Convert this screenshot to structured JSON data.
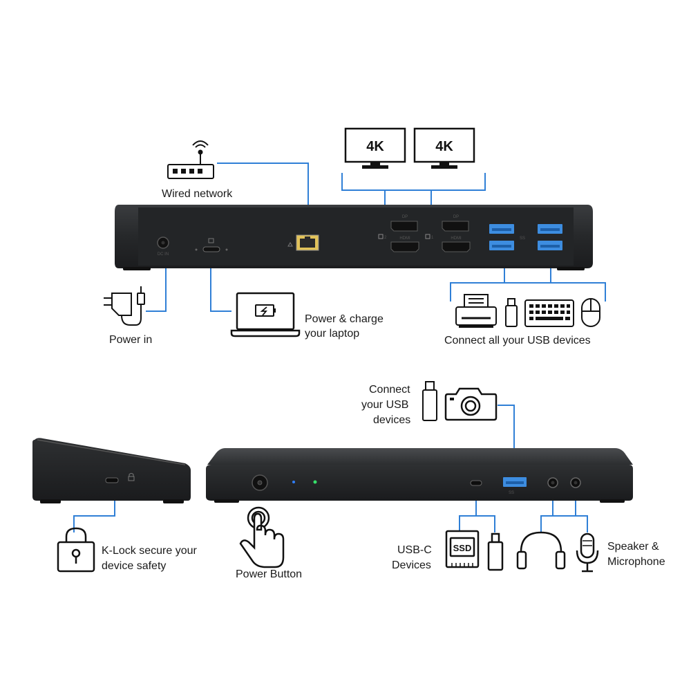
{
  "labels": {
    "wired_network": "Wired network",
    "power_in": "Power in",
    "power_charge_l1": "Power & charge",
    "power_charge_l2": "your laptop",
    "connect_all_usb": "Connect all your USB devices",
    "connect_usb_l1": "Connect",
    "connect_usb_l2": "your USB",
    "connect_usb_l3": "devices",
    "klock_l1": "K-Lock secure your",
    "klock_l2": "device safety",
    "power_button": "Power Button",
    "usbc_l1": "USB-C",
    "usbc_l2": "Devices",
    "speaker_l1": "Speaker &",
    "speaker_l2": "Microphone"
  },
  "monitors": [
    {
      "resolution": "4K"
    },
    {
      "resolution": "4K"
    }
  ],
  "ports": {
    "dc_in": "DC IN",
    "dp": "DP",
    "hdmi": "HDMI",
    "display_1": "1",
    "display_2": "2",
    "usb3": "SS",
    "ssd": "SSD"
  },
  "colors": {
    "connector_line": "#2f7fd6",
    "dock_body": "#2a2c2e",
    "usb_blue": "#3d8de0",
    "led_blue": "#2f7fff",
    "led_green": "#36e06a"
  }
}
